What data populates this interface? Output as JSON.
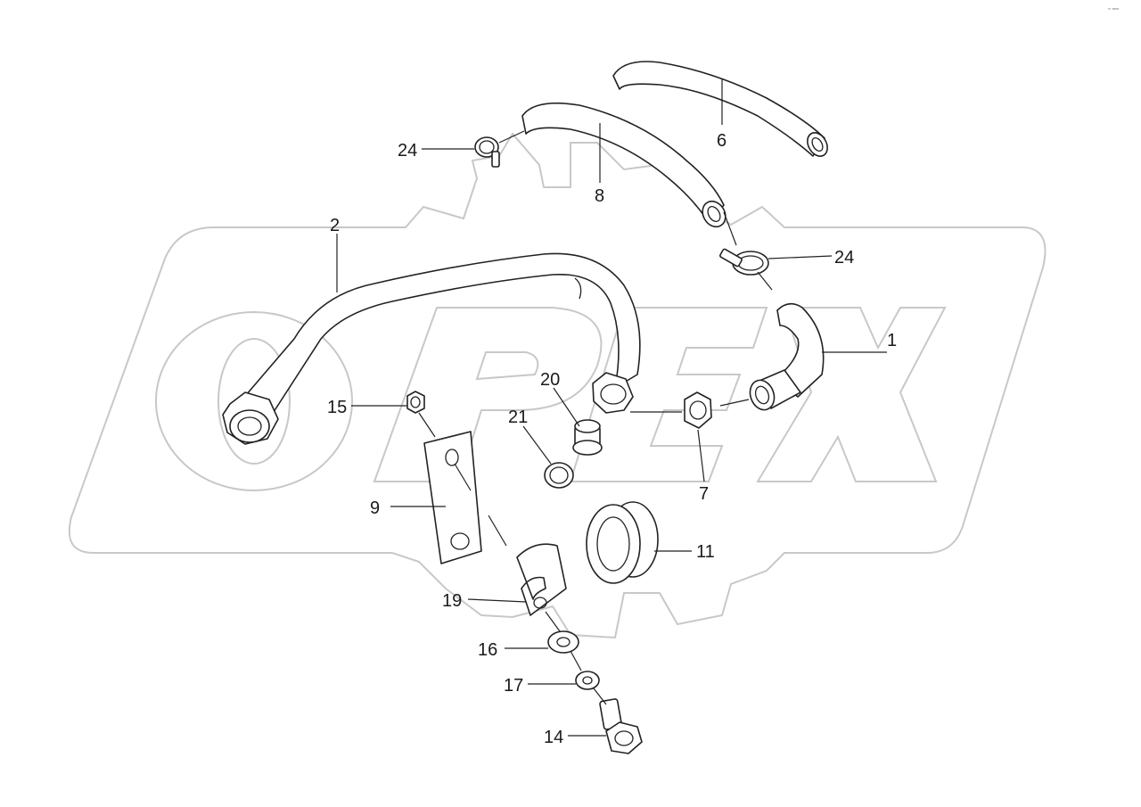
{
  "corner_mark": "▫ ▫▫▫",
  "watermark": {
    "text": "OPEX",
    "color": "#c8c8c8"
  },
  "callouts": [
    {
      "id": "c1",
      "label": "1"
    },
    {
      "id": "c2",
      "label": "2"
    },
    {
      "id": "c6",
      "label": "6"
    },
    {
      "id": "c7",
      "label": "7"
    },
    {
      "id": "c8",
      "label": "8"
    },
    {
      "id": "c9",
      "label": "9"
    },
    {
      "id": "c11",
      "label": "11"
    },
    {
      "id": "c14",
      "label": "14"
    },
    {
      "id": "c15",
      "label": "15"
    },
    {
      "id": "c16",
      "label": "16"
    },
    {
      "id": "c17",
      "label": "17"
    },
    {
      "id": "c19",
      "label": "19"
    },
    {
      "id": "c20",
      "label": "20"
    },
    {
      "id": "c21",
      "label": "21"
    },
    {
      "id": "c24a",
      "label": "24"
    },
    {
      "id": "c24b",
      "label": "24"
    }
  ],
  "line_color": "#222222"
}
